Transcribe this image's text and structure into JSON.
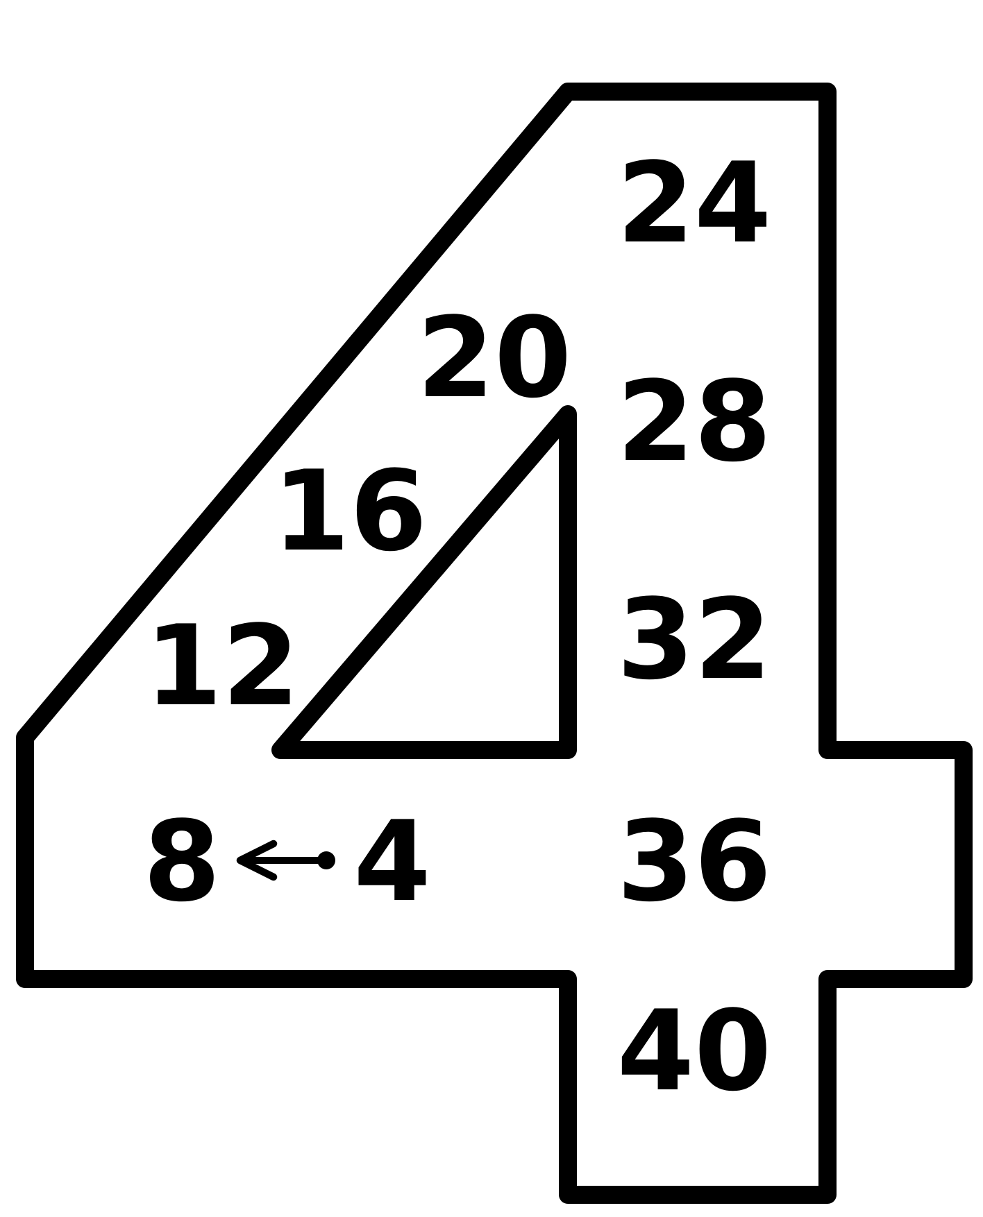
{
  "figure": {
    "numbers": [
      {
        "id": "n4",
        "label": "4"
      },
      {
        "id": "n8",
        "label": "8"
      },
      {
        "id": "n12",
        "label": "12"
      },
      {
        "id": "n16",
        "label": "16"
      },
      {
        "id": "n20",
        "label": "20"
      },
      {
        "id": "n24",
        "label": "24"
      },
      {
        "id": "n28",
        "label": "28"
      },
      {
        "id": "n32",
        "label": "32"
      },
      {
        "id": "n36",
        "label": "36"
      },
      {
        "id": "n40",
        "label": "40"
      }
    ],
    "arrow": {
      "from": "4",
      "to": "8"
    },
    "colors": {
      "stroke": "#000000",
      "fill": "#ffffff",
      "text": "#000000"
    }
  }
}
